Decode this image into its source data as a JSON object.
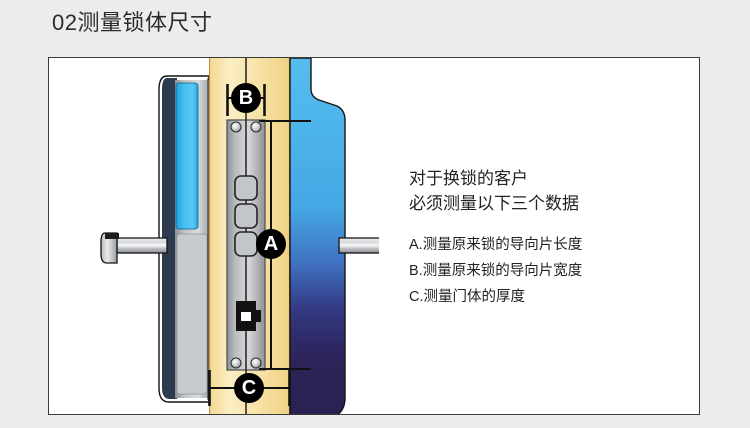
{
  "page": {
    "title": "02测量锁体尺寸",
    "background_color": "#ececec"
  },
  "illustration": {
    "panel_border_color": "#3a3a3a",
    "panel_background": "#ffffff",
    "markers": [
      {
        "id": "marker-a",
        "label": "A",
        "dimension": "vertical",
        "meaning": "导向片长度"
      },
      {
        "id": "marker-b",
        "label": "B",
        "dimension": "horizontal-top",
        "meaning": "导向片宽度"
      },
      {
        "id": "marker-c",
        "label": "C",
        "dimension": "horizontal-bottom",
        "meaning": "门体厚度"
      }
    ],
    "colors": {
      "door_edge": "#f6dd9a",
      "door_edge_light": "#fbeec2",
      "faceplate": "#a9aaae",
      "faceplate_light": "#d2d3d6",
      "panel_blue_top": "#4ab4e8",
      "panel_blue_mid": "#3a6fc0",
      "panel_navy": "#2a2150",
      "lock_blue": "#2fb3ea",
      "lock_silver": "#b9bcc0",
      "handle_silver": "#c9ccd0",
      "outline": "#141414",
      "marker_fill": "#000000",
      "marker_text": "#ffffff"
    }
  },
  "notes": {
    "heading_line_1": "对于换锁的客户",
    "heading_line_2": "必须测量以下三个数据",
    "items": [
      "A.测量原来锁的导向片长度",
      "B.测量原来锁的导向片宽度",
      "C.测量门体的厚度"
    ]
  }
}
